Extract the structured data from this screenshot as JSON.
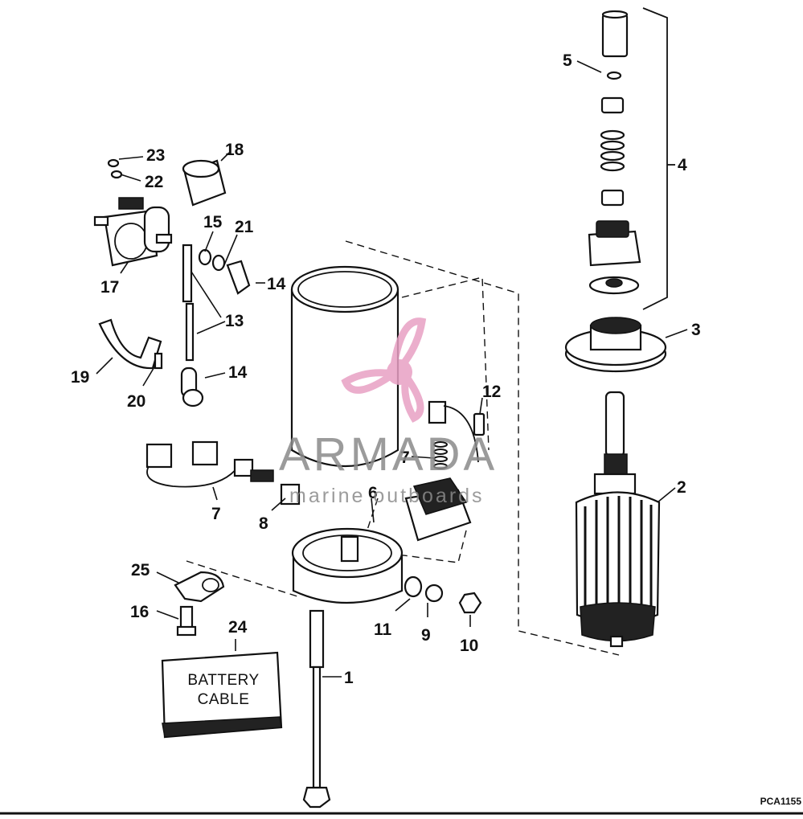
{
  "diagram": {
    "callouts": [
      {
        "id": "c1",
        "label": "1"
      },
      {
        "id": "c2",
        "label": "2"
      },
      {
        "id": "c3",
        "label": "3"
      },
      {
        "id": "c4",
        "label": "4"
      },
      {
        "id": "c5",
        "label": "5"
      },
      {
        "id": "c6",
        "label": "6"
      },
      {
        "id": "c7a",
        "label": "7"
      },
      {
        "id": "c7b",
        "label": "7"
      },
      {
        "id": "c8",
        "label": "8"
      },
      {
        "id": "c9",
        "label": "9"
      },
      {
        "id": "c10",
        "label": "10"
      },
      {
        "id": "c11",
        "label": "11"
      },
      {
        "id": "c12",
        "label": "12"
      },
      {
        "id": "c13",
        "label": "13"
      },
      {
        "id": "c14a",
        "label": "14"
      },
      {
        "id": "c14b",
        "label": "14"
      },
      {
        "id": "c15",
        "label": "15"
      },
      {
        "id": "c16",
        "label": "16"
      },
      {
        "id": "c17",
        "label": "17"
      },
      {
        "id": "c18",
        "label": "18"
      },
      {
        "id": "c19",
        "label": "19"
      },
      {
        "id": "c20",
        "label": "20"
      },
      {
        "id": "c21",
        "label": "21"
      },
      {
        "id": "c22",
        "label": "22"
      },
      {
        "id": "c23",
        "label": "23"
      },
      {
        "id": "c24",
        "label": "24"
      },
      {
        "id": "c25",
        "label": "25"
      }
    ],
    "battery_box": {
      "line1": "BATTERY",
      "line2": "CABLE"
    },
    "figure_code": "PCA1155"
  },
  "watermark": {
    "title": "ARMADA",
    "subtitle": "marine outboards",
    "color": "#e8a0c4"
  }
}
